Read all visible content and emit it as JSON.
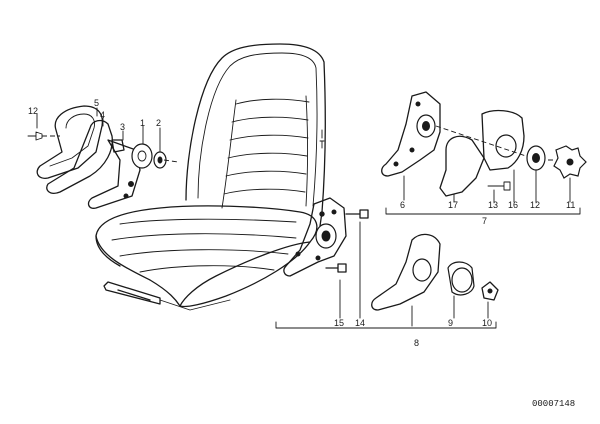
{
  "diagram_code": "00007148",
  "callouts": {
    "c12_left": "12",
    "c5": "5",
    "c4": "4",
    "c3": "3",
    "c1": "1",
    "c2": "2",
    "c6": "6",
    "c17": "17",
    "c13": "13",
    "c16": "16",
    "c12_right": "12",
    "c11": "11",
    "c7": "7",
    "c15": "15",
    "c14": "14",
    "c8": "8",
    "c9": "9",
    "c10": "10"
  }
}
